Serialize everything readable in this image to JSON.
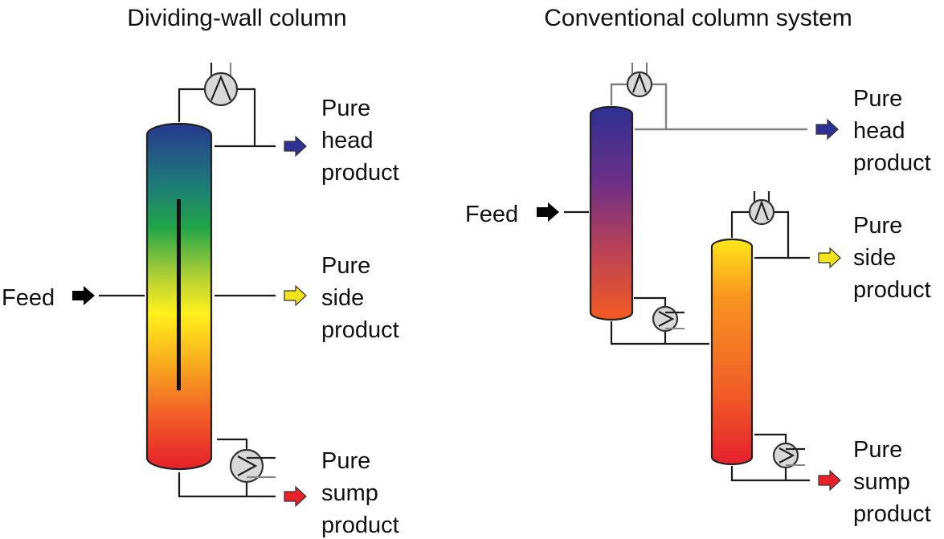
{
  "diagram": {
    "left": {
      "title": "Dividing-wall column",
      "feed_label": "Feed",
      "products": {
        "head": [
          "Pure",
          "head",
          "product"
        ],
        "side": [
          "Pure",
          "side",
          "product"
        ],
        "sump": [
          "Pure",
          "sump",
          "product"
        ]
      }
    },
    "right": {
      "title": "Conventional column system",
      "feed_label": "Feed",
      "products": {
        "head": [
          "Pure",
          "head",
          "product"
        ],
        "side": [
          "Pure",
          "side",
          "product"
        ],
        "sump": [
          "Pure",
          "sump",
          "product"
        ]
      }
    },
    "colors": {
      "head_arrow": "#2e3192",
      "side_arrow": "#f5e31e",
      "sump_arrow": "#e8212a",
      "feed_arrow": "#000000",
      "dwc_gradient": [
        "#2a3a8e",
        "#1e8a70",
        "#1fa84a",
        "#c7d42a",
        "#fff01a",
        "#f7a51c",
        "#f05a28",
        "#e8202a"
      ],
      "col1_gradient": [
        "#2e3192",
        "#6a2f8a",
        "#b23a5a",
        "#f05a28"
      ],
      "col2_gradient": [
        "#ffe81a",
        "#f7941d",
        "#f05a28",
        "#e8202a"
      ]
    }
  }
}
